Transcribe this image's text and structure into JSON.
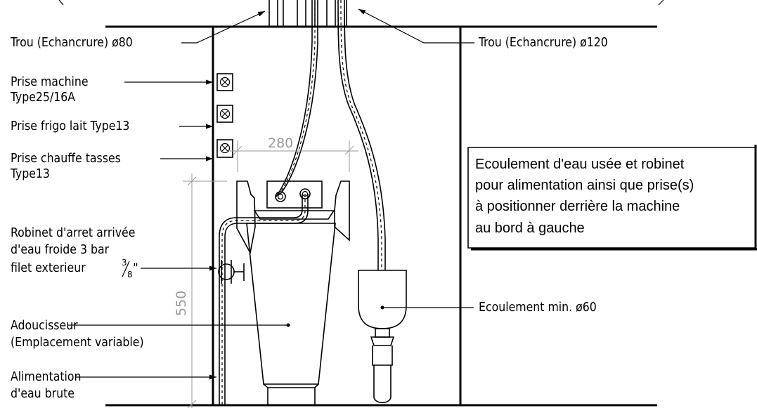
{
  "labels": {
    "hole_80": "Trou (Echancrure) ø80",
    "hole_120": "Trou (Echancrure) ø120",
    "socket_machine_l1": "Prise machine",
    "socket_machine_l2": "Type25/16A",
    "socket_fridge": "Prise frigo lait Type13",
    "socket_cupwarmer_l1": "Prise chauffe tasses",
    "socket_cupwarmer_l2": "Type13",
    "valve_l1": "Robinet d'arret arrivée",
    "valve_l2": "d'eau froide 3 bar",
    "valve_l3": "filet exterieur",
    "valve_fraction_num": "3",
    "valve_fraction_den": "8",
    "valve_inch": "\"",
    "softener_l1": "Adoucisseur",
    "softener_l2": "(Emplacement variable)",
    "supply_l1": "Alimentation",
    "supply_l2": "d'eau brute",
    "drain": "Ecoulement min. ø60"
  },
  "dimensions": {
    "width": "280",
    "height": "550"
  },
  "note": {
    "line1": "Ecoulement d'eau usée et robinet",
    "line2": "pour alimentation ainsi que prise(s)",
    "line3": "à positionner derrière la machine",
    "line4": "au bord à gauche"
  }
}
